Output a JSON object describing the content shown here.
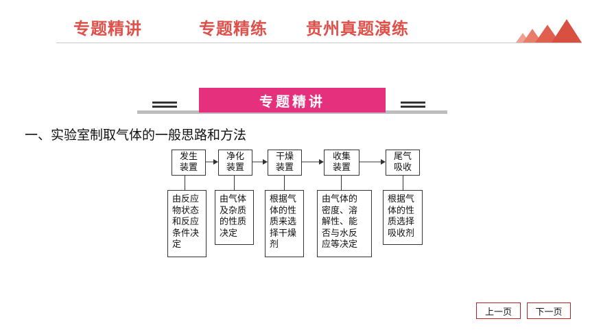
{
  "nav": {
    "tabs": [
      "专题精讲",
      "专题精练",
      "贵州真题演练"
    ]
  },
  "colors": {
    "accent_red": "#e0504a",
    "banner_pink": "#e5307e",
    "triangle_red": "#e06050"
  },
  "banner": {
    "title": "专题精讲"
  },
  "section": {
    "heading": "一、实验室制取气体的一般思路和方法"
  },
  "flow": {
    "steps": [
      {
        "title": "发生\n装置",
        "desc": "由反应\n物状态\n和反应\n条件决\n定"
      },
      {
        "title": "净化\n装置",
        "desc": "由气体\n及杂质\n的性质\n决定"
      },
      {
        "title": "干燥\n装置",
        "desc": "根据气\n体的性\n质来选\n择干燥\n剂"
      },
      {
        "title": "收集\n装置",
        "desc": "由气体的\n密度、溶\n解性、能\n否与水反\n应等决定"
      },
      {
        "title": "尾气\n吸收",
        "desc": "根据气\n体的性\n质选择\n吸收剂"
      }
    ]
  },
  "pager": {
    "prev": "上一页",
    "next": "下一页"
  }
}
